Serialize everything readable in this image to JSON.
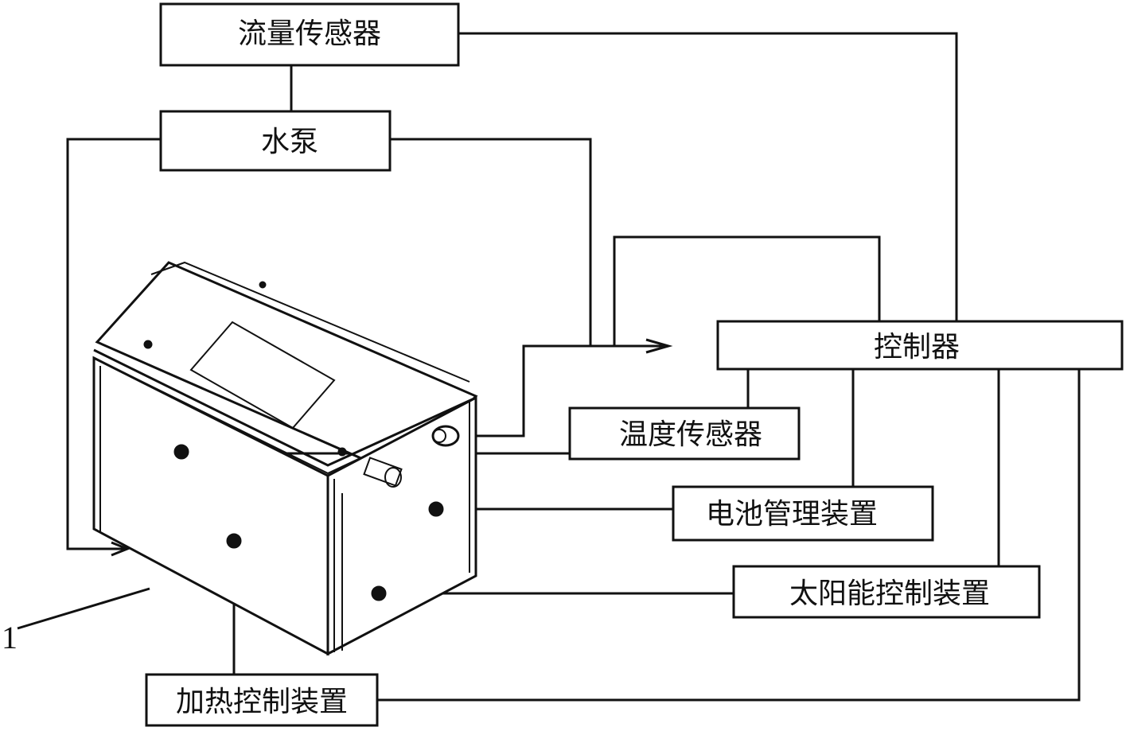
{
  "boxes": {
    "flow_sensor": "流量传感器",
    "water_pump": "水泵",
    "controller": "控制器",
    "temperature_sensor": "温度传感器",
    "battery_management": "电池管理装置",
    "solar_control": "太阳能控制装置",
    "heating_control": "加热控制装置"
  },
  "reference_numeral": "1",
  "colors": {
    "line": "#111111",
    "background": "#ffffff"
  }
}
